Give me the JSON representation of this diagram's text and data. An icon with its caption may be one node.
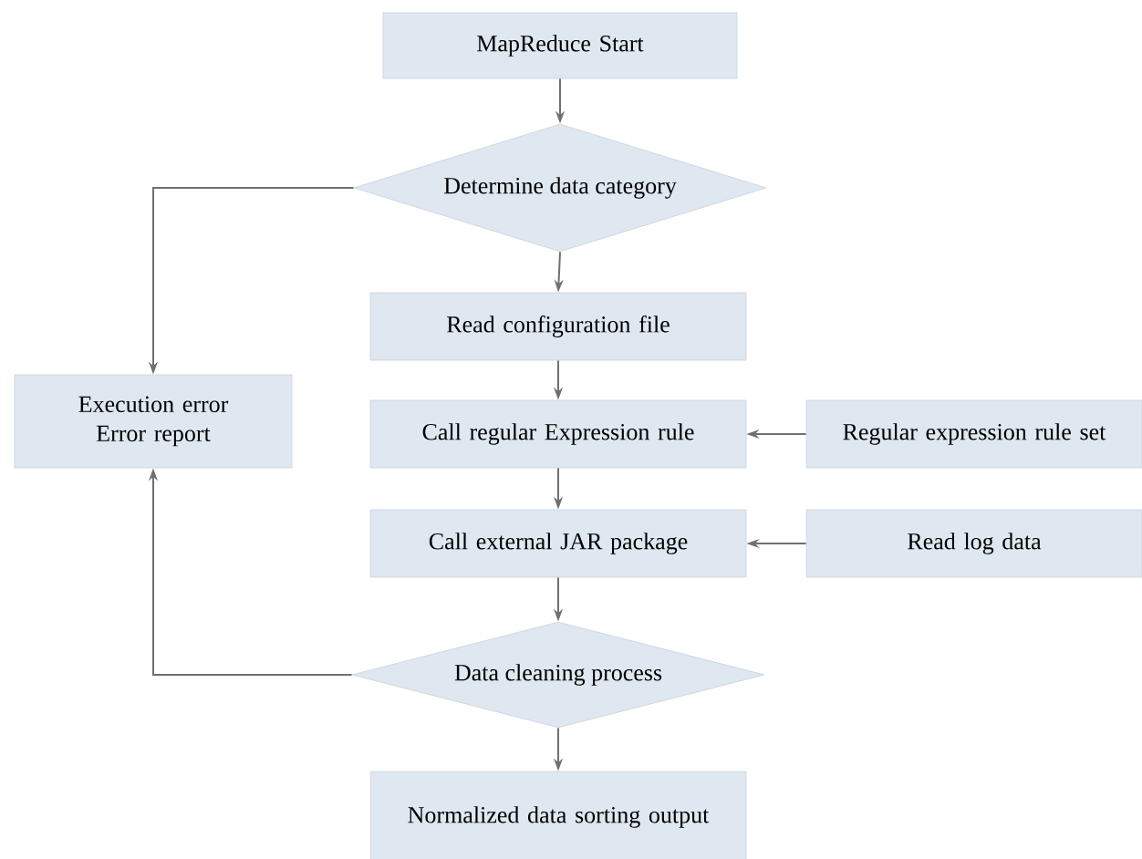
{
  "diagram": {
    "nodes": [
      {
        "text": [
          "MapReduce Start"
        ]
      },
      {
        "text": [
          "Determine data category"
        ]
      },
      {
        "text": [
          "Read configuration file"
        ]
      },
      {
        "text": [
          "Execution error",
          "Error report"
        ]
      },
      {
        "text": [
          "Call regular Expression rule"
        ]
      },
      {
        "text": [
          "Regular expression rule set"
        ]
      },
      {
        "text": [
          "Call external JAR package"
        ]
      },
      {
        "text": [
          "Read log data"
        ]
      },
      {
        "text": [
          "Data cleaning process"
        ]
      },
      {
        "text": [
          "Normalized data sorting output"
        ]
      }
    ],
    "edges": [
      {
        "from": 0,
        "to": 1,
        "arrow": "to"
      },
      {
        "from": 1,
        "to": 2,
        "arrow": "to"
      },
      {
        "from": 1,
        "to": 3,
        "arrow": "to"
      },
      {
        "from": 2,
        "to": 4,
        "arrow": "to"
      },
      {
        "from": 5,
        "to": 4,
        "arrow": "to"
      },
      {
        "from": 4,
        "to": 6,
        "arrow": "to"
      },
      {
        "from": 7,
        "to": 6,
        "arrow": "to"
      },
      {
        "from": 6,
        "to": 8,
        "arrow": "to"
      },
      {
        "from": 8,
        "to": 3,
        "arrow": "to"
      },
      {
        "from": 8,
        "to": 9,
        "arrow": "to"
      }
    ]
  }
}
